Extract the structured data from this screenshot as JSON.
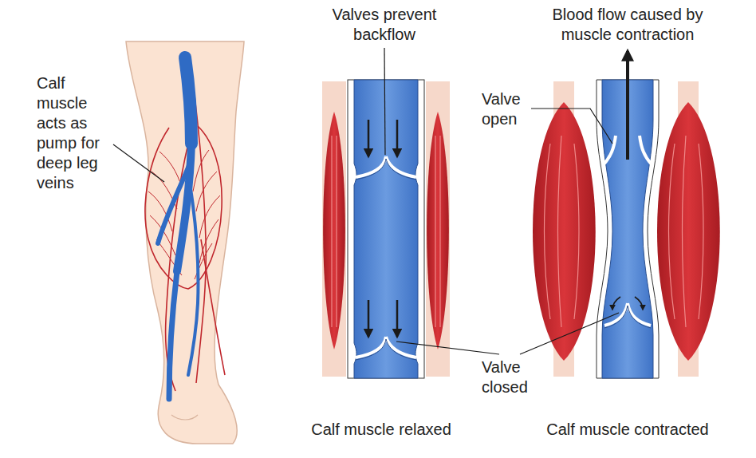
{
  "diagram": {
    "labels": [
      "Calf muscle acts as pump for deep leg veins",
      "Valves prevent backflow",
      "Blood flow caused by muscle contraction",
      "Valve open",
      "Valve closed",
      "Calf muscle relaxed",
      "Calf muscle contracted"
    ]
  }
}
